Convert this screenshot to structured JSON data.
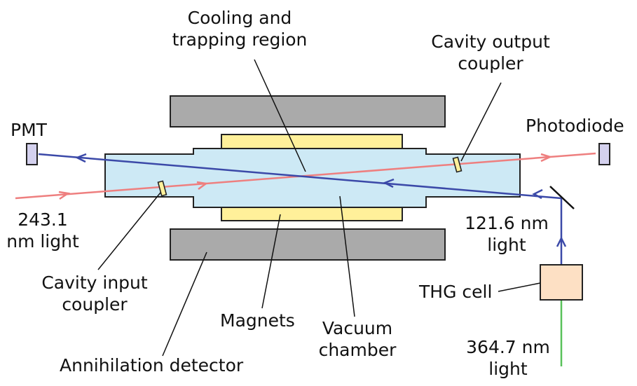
{
  "labels": {
    "cooling": [
      "Cooling and",
      "trapping region"
    ],
    "output_coupler": [
      "Cavity output",
      "coupler"
    ],
    "pmt": "PMT",
    "photodiode": "Photodiode",
    "light_243": [
      "243.1",
      "nm light"
    ],
    "light_121": [
      "121.6 nm",
      "light"
    ],
    "input_coupler": [
      "Cavity input",
      "coupler"
    ],
    "thg_cell": "THG cell",
    "magnets": "Magnets",
    "vacuum": [
      "Vacuum",
      "chamber"
    ],
    "annihilation": "Annihilation detector",
    "light_364": [
      "364.7 nm",
      "light"
    ]
  },
  "colors": {
    "magnet_gray": "#aaaaaa",
    "magnet_yellow": "#fff09a",
    "chamber_fill": "#cde9f5",
    "detector_fill": "#d4d1ee",
    "thg_fill": "#fde0c4",
    "blue_beam": "#3b49a8",
    "red_beam": "#ee7f7f",
    "green_beam": "#59c15a"
  }
}
